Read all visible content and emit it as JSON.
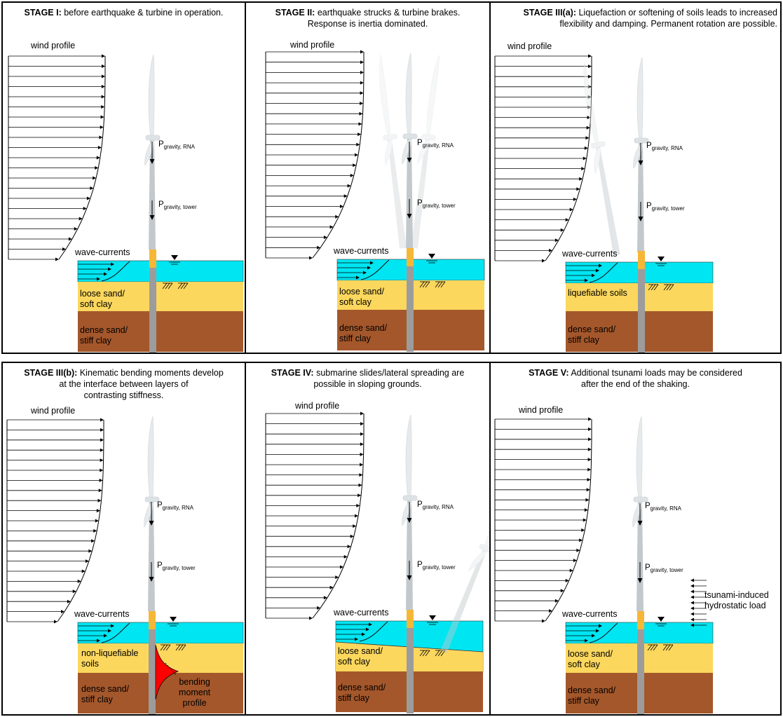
{
  "colors": {
    "water": "#00e5f2",
    "loose_soil": "#fbd75e",
    "dense_soil": "#a4572b",
    "pile_upper": "#f6b736",
    "pile": "#9c9c9c",
    "tower": "#c2c8cc",
    "blade": "#e6eaec",
    "bending_profile": "#ff0000",
    "border": "#000000"
  },
  "common": {
    "wind_label": "wind profile",
    "wave_label": "wave-currents",
    "p_symbol": "P",
    "p_rna_sub": "gravity, RNA",
    "p_tower_sub": "gravity, tower"
  },
  "panels": [
    {
      "stage": "STAGE I:",
      "text": "before earthquake & turbine in operation.",
      "soil_upper": [
        "loose sand/",
        "soft clay"
      ],
      "soil_lower": [
        "dense sand/",
        "stiff clay"
      ]
    },
    {
      "stage": "STAGE II:",
      "text": "earthquake strucks & turbine brakes.",
      "text2": "Response is inertia dominated.",
      "soil_upper": [
        "loose sand/",
        "soft clay"
      ],
      "soil_lower": [
        "dense sand/",
        "stiff clay"
      ]
    },
    {
      "stage": "STAGE III(a):",
      "text": "Liquefaction or softening of soils leads to increased",
      "text2": "flexibility and damping. Permanent rotation are possible.",
      "soil_upper": [
        "liquefiable soils"
      ],
      "soil_lower": [
        "dense sand/",
        "stiff clay"
      ]
    },
    {
      "stage": "STAGE III(b):",
      "text": "Kinematic bending moments develop",
      "text2": "at the interface between layers of",
      "text3": "contrasting stiffness.",
      "soil_upper": [
        "non-liquefiable",
        "soils"
      ],
      "soil_lower": [
        "dense sand/",
        "stiff clay"
      ],
      "bending_label": [
        "bending",
        "moment",
        "profile"
      ]
    },
    {
      "stage": "STAGE IV:",
      "text": "submarine slides/lateral spreading are",
      "text2": "possible in sloping grounds.",
      "soil_upper": [
        "loose sand/",
        "soft clay"
      ],
      "soil_lower": [
        "dense sand/",
        "stiff clay"
      ]
    },
    {
      "stage": "STAGE V:",
      "text": "Additional tsunami loads may be considered",
      "text2": "after the end of the shaking.",
      "soil_upper": [
        "loose sand/",
        "soft clay"
      ],
      "soil_lower": [
        "dense sand/",
        "stiff clay"
      ],
      "tsunami_label": [
        "tsunami-induced",
        "hydrostatic load"
      ]
    }
  ]
}
